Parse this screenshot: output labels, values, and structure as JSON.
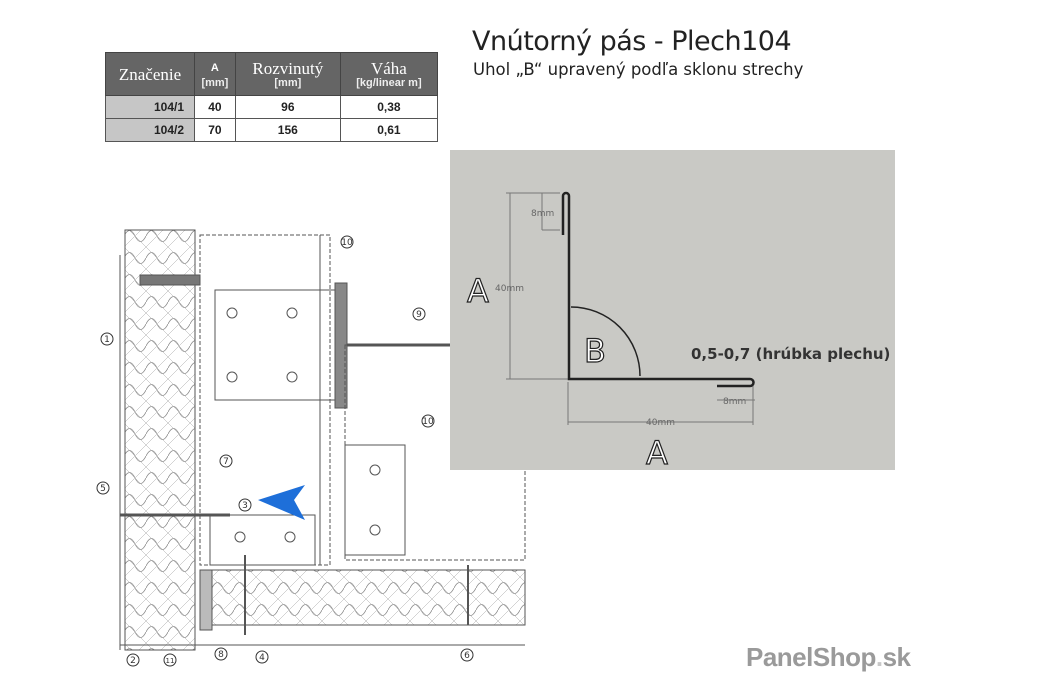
{
  "title": "Vnútorný pás - Plech104",
  "subtitle": "Uhol „B“ upravený podľa sklonu strechy",
  "table": {
    "headers": [
      {
        "main": "Značenie",
        "unit": ""
      },
      {
        "main": "A",
        "unit": "[mm]"
      },
      {
        "main": "Rozvinutý",
        "unit": "[mm]"
      },
      {
        "main": "Váha",
        "unit": "[kg/linear m]"
      }
    ],
    "rows": [
      {
        "code": "104/1",
        "a": "40",
        "rozvinuty": "96",
        "vaha": "0,38"
      },
      {
        "code": "104/2",
        "a": "70",
        "rozvinuty": "156",
        "vaha": "0,61"
      }
    ]
  },
  "profile": {
    "label_a_vertical": "A",
    "label_a_horizontal": "A",
    "label_b": "B",
    "dim_vertical": "40mm",
    "dim_horizontal": "40mm",
    "dim_top_fold": "8mm",
    "dim_bottom_fold": "8mm",
    "thickness": "0,5-0,7 (hrúbka plechu)"
  },
  "callouts": [
    "1",
    "2",
    "3",
    "4",
    "5",
    "6",
    "7",
    "8",
    "9",
    "10",
    "10",
    "11"
  ],
  "watermark": {
    "brand": "PanelShop",
    "dot": ".",
    "tld": "sk"
  },
  "colors": {
    "table_header": "#656565",
    "panel_bg": "#c9c9c5",
    "arrow": "#1e6fd9"
  }
}
